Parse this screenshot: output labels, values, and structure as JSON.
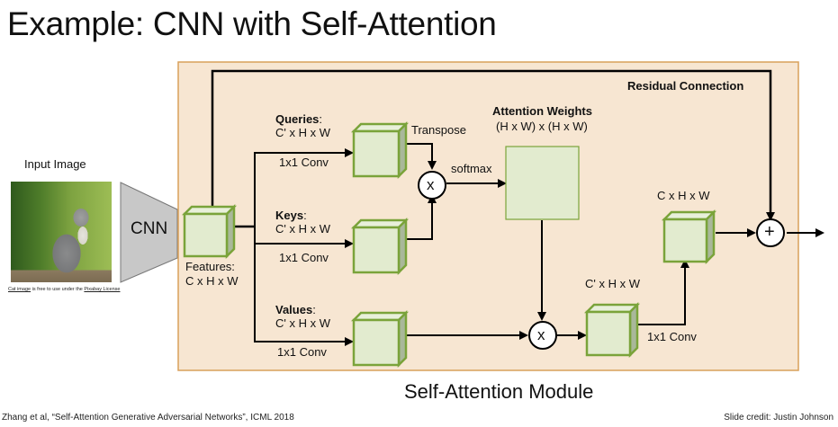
{
  "slide": {
    "title": "Example: CNN with Self-Attention",
    "module_caption": "Self-Attention Module",
    "footer_left": "Zhang et al, “Self-Attention Generative Adversarial Networks”, ICML 2018",
    "footer_right": "Slide credit: Justin Johnson"
  },
  "input": {
    "label": "Input Image",
    "image_alt": "kitten photo",
    "credit": {
      "link1": "Cat image",
      "middle": " is free to use under the ",
      "link2": "Pixabay License"
    },
    "cnn_label": "CNN"
  },
  "features": {
    "label_line1": "Features:",
    "label_line2": "C x H x W"
  },
  "queries": {
    "name": "Queries",
    "colon": ":",
    "shape": "C' x H x W",
    "op": "1x1 Conv",
    "transpose": "Transpose"
  },
  "keys": {
    "name": "Keys",
    "colon": ":",
    "shape": "C' x H x W",
    "op": "1x1 Conv"
  },
  "values": {
    "name": "Values",
    "colon": ":",
    "shape": "C' x H x W",
    "op": "1x1 Conv"
  },
  "attention": {
    "title": "Attention Weights",
    "shape": "(H x W) x (H x W)",
    "softmax": "softmax",
    "multiply_symbol": "x"
  },
  "output": {
    "mid_shape": "C' x H x W",
    "conv": "1x1 Conv",
    "final_shape": "C x H x W",
    "add_symbol": "+",
    "residual_label": "Residual Connection"
  },
  "colors": {
    "module_bg": "#f7e6d2",
    "module_border": "#d9a05a",
    "cube_face": "#e2ebcf",
    "cube_top": "#e8f0da",
    "cube_side": "#a9b89a",
    "cube_stroke": "#7aa33a",
    "cnn_fill": "#c8c8c8"
  }
}
